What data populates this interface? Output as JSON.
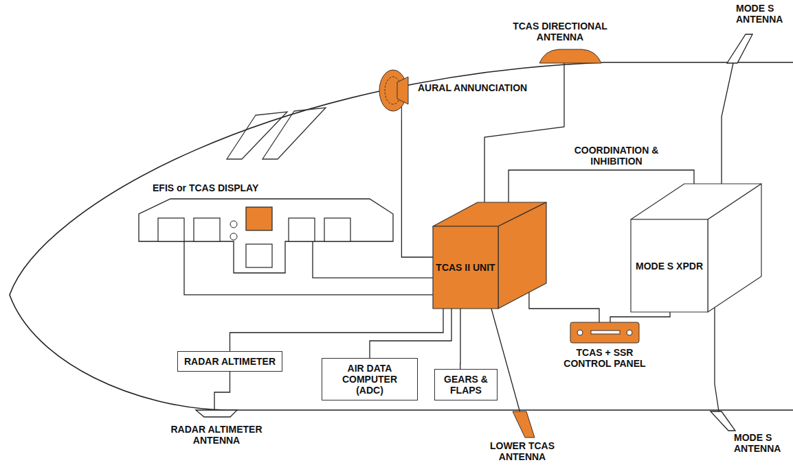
{
  "diagram": {
    "nodes": [
      {
        "text": [
          "TCAS DIRECTIONAL ANTENNA"
        ]
      },
      {
        "text": [
          "MODE S ANTENNA"
        ]
      },
      {
        "text": [
          "AURAL ANNUNCIATION"
        ]
      },
      {
        "text": [
          "EFIS or TCAS DISPLAY"
        ]
      },
      {
        "text": [
          "TCAS II UNIT"
        ]
      },
      {
        "text": [
          "MODE S XPDR"
        ]
      },
      {
        "text": [
          "TCAS + SSR CONTROL PANEL"
        ]
      },
      {
        "text": [
          "RADAR ALTIMETER"
        ]
      },
      {
        "text": [
          "AIR DATA COMPUTER (ADC)"
        ]
      },
      {
        "text": [
          "GEARS & FLAPS"
        ]
      },
      {
        "text": [
          "RADAR ALTIMETER ANTENNA"
        ]
      },
      {
        "text": [
          "LOWER TCAS ANTENNA"
        ]
      },
      {
        "text": [
          "MODE S ANTENNA"
        ]
      }
    ],
    "edges": [
      {
        "from": 3,
        "to": 4,
        "arrow": "none"
      },
      {
        "from": 3,
        "to": 4,
        "arrow": "none"
      },
      {
        "from": 2,
        "to": 4,
        "arrow": "none"
      },
      {
        "from": 0,
        "to": 4,
        "arrow": "none"
      },
      {
        "from": 4,
        "to": 5,
        "label": "COORDINATION & INHIBITION",
        "arrow": "none"
      },
      {
        "from": 5,
        "to": 1,
        "arrow": "none"
      },
      {
        "from": 5,
        "to": 12,
        "arrow": "none"
      },
      {
        "from": 4,
        "to": 6,
        "arrow": "none"
      },
      {
        "from": 5,
        "to": 6,
        "arrow": "none"
      },
      {
        "from": 4,
        "to": 7,
        "arrow": "none"
      },
      {
        "from": 4,
        "to": 8,
        "arrow": "none"
      },
      {
        "from": 4,
        "to": 9,
        "arrow": "none"
      },
      {
        "from": 4,
        "to": 11,
        "arrow": "none"
      },
      {
        "from": 7,
        "to": 10,
        "arrow": "none"
      }
    ]
  }
}
